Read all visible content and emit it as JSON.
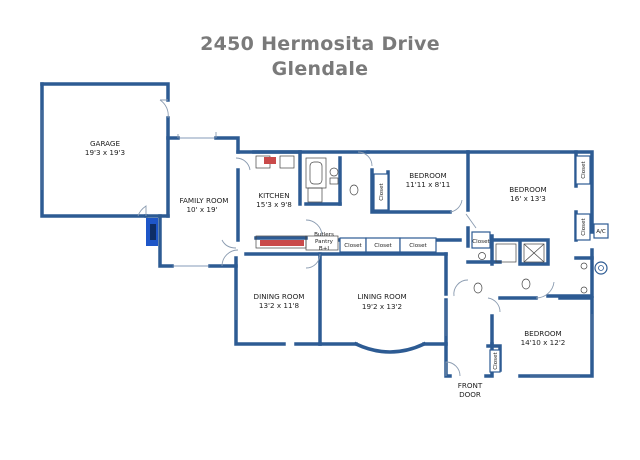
{
  "header": {
    "address": "2450 Hermosita Drive",
    "city": "Glendale"
  },
  "rooms": {
    "garage": {
      "name": "GARAGE",
      "dims": "19'3 x 19'3"
    },
    "family_room": {
      "name": "FAMILY ROOM",
      "dims": "10' x 19'"
    },
    "kitchen": {
      "name": "KITCHEN",
      "dims": "15'3 x 9'8"
    },
    "bedroom_1": {
      "name": "BEDROOM",
      "dims": "11'11 x 8'11"
    },
    "bedroom_2": {
      "name": "BEDROOM",
      "dims": "16' x 13'3"
    },
    "bedroom_3": {
      "name": "BEDROOM",
      "dims": "14'10 x 12'2"
    },
    "dining_room": {
      "name": "DINING ROOM",
      "dims": "13'2 x 11'8"
    },
    "living_room": {
      "name": "LINING ROOM",
      "dims": "19'2 x 13'2"
    }
  },
  "labels": {
    "butlers_pantry_1": "Butlers",
    "butlers_pantry_2": "Pantry",
    "butlers_pantry_3": "B+I",
    "closet": "Closet",
    "front_door_1": "FRONT",
    "front_door_2": "DOOR",
    "ac": "A/C"
  },
  "colors": {
    "wall": "#2d5b93",
    "title": "#7a7a7a",
    "fireplace": "#1e56c8",
    "appliance": "#c94a4a"
  }
}
